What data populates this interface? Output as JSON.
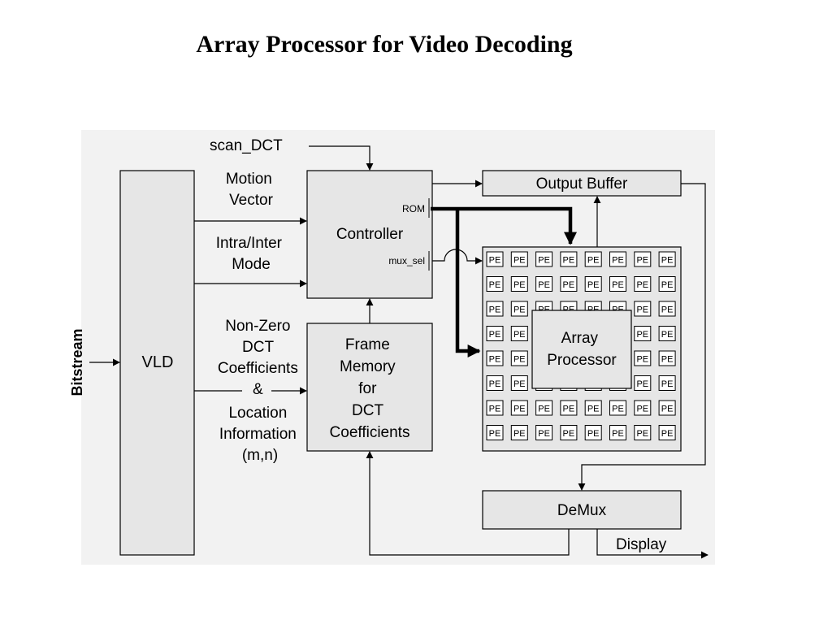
{
  "title": "Array Processor for Video Decoding",
  "colors": {
    "panel": "#f2f2f2",
    "block": "#e6e6e6",
    "stroke": "#000000"
  },
  "blocks": {
    "vld": "VLD",
    "controller": "Controller",
    "output_buffer": "Output Buffer",
    "frame_memory": [
      "Frame",
      "Memory",
      "for",
      "DCT",
      "Coefficients"
    ],
    "array_processor": [
      "Array",
      "Processor"
    ],
    "demux": "DeMux"
  },
  "pe_label": "PE",
  "pe_grid": {
    "rows": 8,
    "cols": 8
  },
  "ports": {
    "rom": "ROM",
    "mux_sel": "mux_sel"
  },
  "signals": {
    "bitstream": "Bitstream",
    "scan_dct": "scan_DCT",
    "motion_vector": [
      "Motion",
      "Vector"
    ],
    "intra_inter": [
      "Intra/Inter",
      "Mode"
    ],
    "nonzero": [
      "Non-Zero",
      "DCT",
      "Coefficients",
      "&",
      "Location",
      "Information",
      "(m,n)"
    ],
    "display": "Display"
  }
}
